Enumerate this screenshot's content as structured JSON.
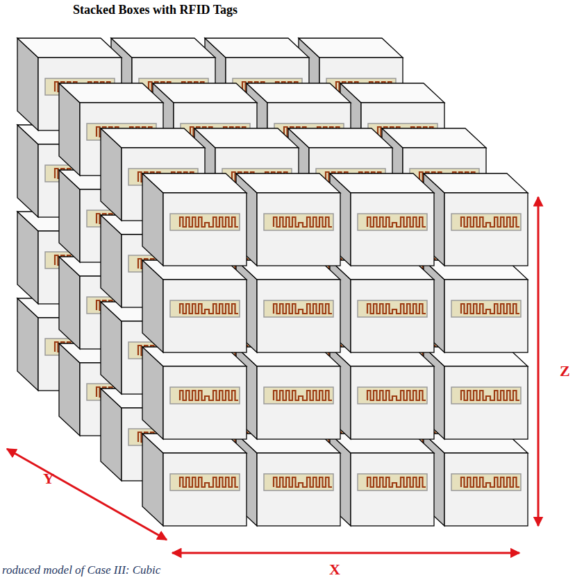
{
  "diagram": {
    "title": "Stacked Boxes with RFID Tags",
    "caption": "roduced model of Case III: Cubic",
    "labels": [
      "X",
      "Y",
      "Z"
    ]
  }
}
